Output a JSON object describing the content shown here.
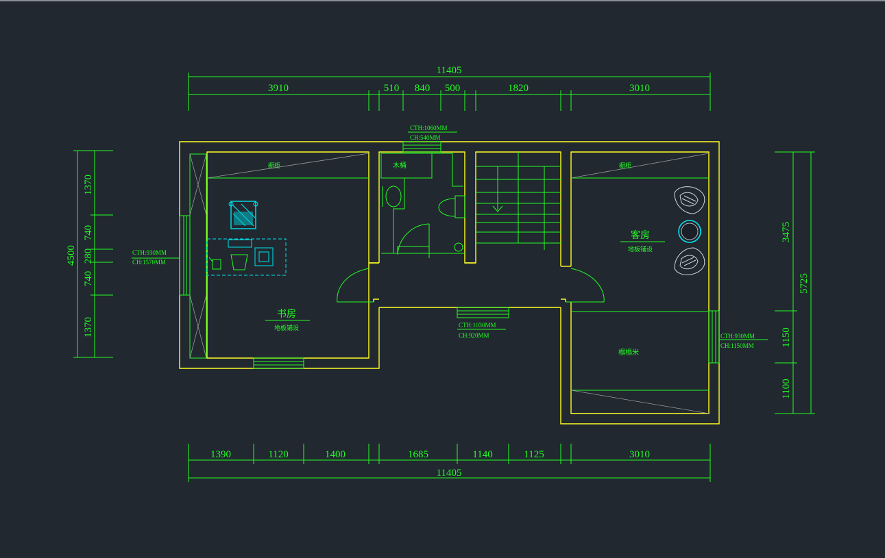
{
  "dimensions": {
    "top_total": "11405",
    "top_segments": [
      "3910",
      "510",
      "840",
      "500",
      "1820",
      "3010"
    ],
    "bottom_segments": [
      "1390",
      "1120",
      "1400",
      "1685",
      "1140",
      "1125",
      "3010"
    ],
    "bottom_total": "11405",
    "left_total": "4500",
    "left_segments": [
      "1370",
      "740",
      "280",
      "740",
      "1370"
    ],
    "right_outer": "5725",
    "right_segments": [
      "3475",
      "1150",
      "1100"
    ]
  },
  "rooms": {
    "study": {
      "name": "书房",
      "floor": "地板铺设",
      "cabinet": "橱柜"
    },
    "guest": {
      "name": "客房",
      "floor": "地板铺设",
      "cabinet": "橱柜"
    },
    "bath": {
      "label": "木桶"
    },
    "tatami": {
      "label": "榻榻米"
    }
  },
  "openings": {
    "top_window": {
      "width": "CTH:1060MM",
      "height": "CH:540MM"
    },
    "left_window": {
      "width": "CTH:930MM",
      "height": "CH:1570MM"
    },
    "middle_window": {
      "width": "CTH:1030MM",
      "height": "CH:920MM"
    },
    "right_window": {
      "width": "CTH:930MM",
      "height": "CH:1150MM"
    }
  },
  "colors": {
    "background": "#212830",
    "wall": "#ffff22",
    "line": "#22ff22",
    "furniture": "#00e5ee",
    "diagonal": "#9a9a9a"
  }
}
